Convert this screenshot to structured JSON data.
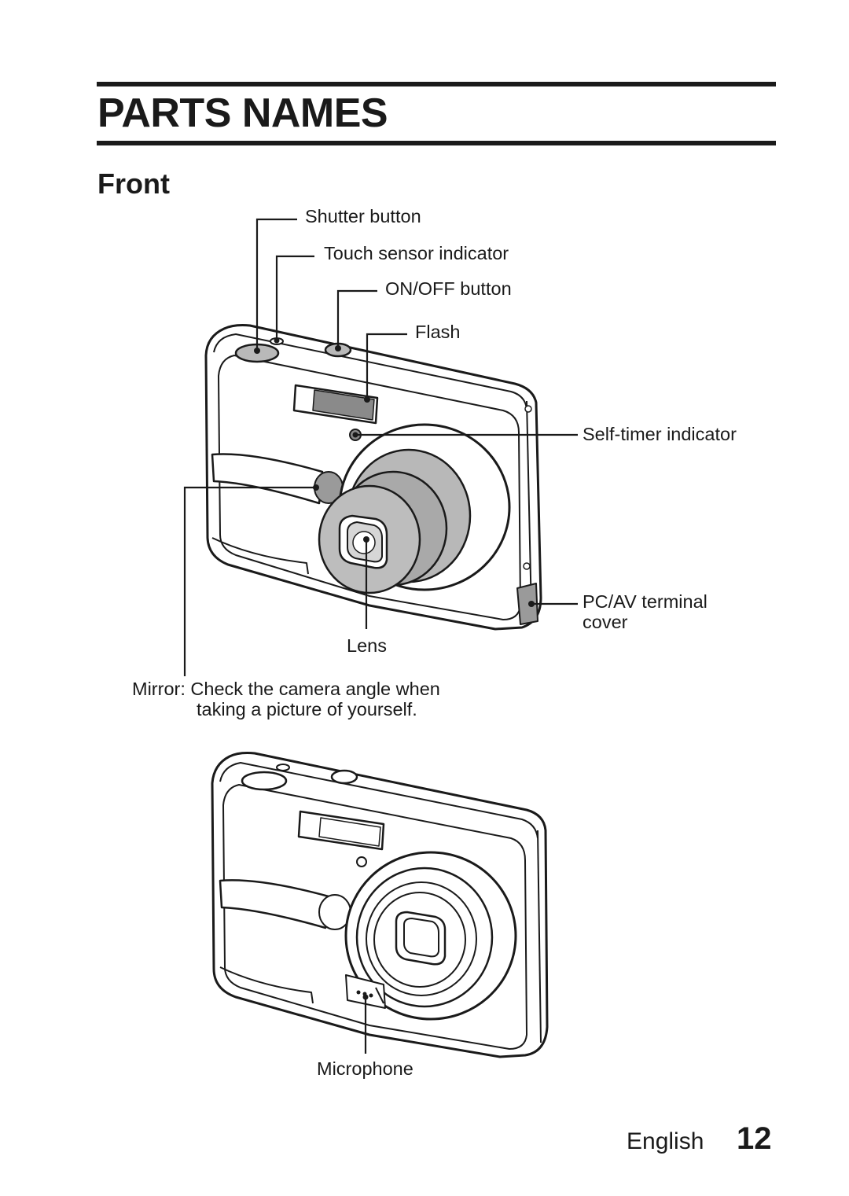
{
  "header": {
    "title": "PARTS NAMES"
  },
  "section": {
    "title": "Front"
  },
  "labels": {
    "shutter": "Shutter button",
    "touch_sensor": "Touch sensor indicator",
    "onoff": "ON/OFF button",
    "flash": "Flash",
    "self_timer": "Self-timer indicator",
    "pcav_line1": "PC/AV terminal",
    "pcav_line2": "cover",
    "lens": "Lens",
    "mirror_line1": "Mirror: Check the camera angle when",
    "mirror_line2": "taking a picture of yourself.",
    "microphone": "Microphone"
  },
  "footer": {
    "language": "English",
    "page_number": "12"
  }
}
